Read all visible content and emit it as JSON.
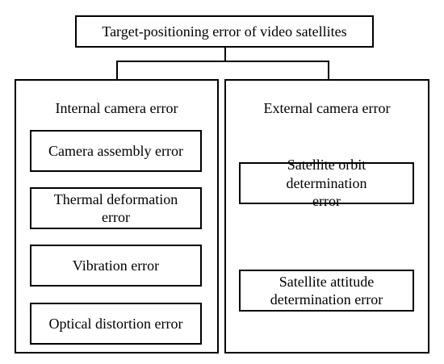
{
  "diagram": {
    "root": {
      "label": "Target-positioning error of video satellites"
    },
    "internal": {
      "title": "Internal camera error",
      "items": [
        {
          "label": "Camera assembly error"
        },
        {
          "label": "Thermal deformation error"
        },
        {
          "label": "Vibration error"
        },
        {
          "label": "Optical distortion error"
        }
      ]
    },
    "external": {
      "title": "External camera error",
      "items": [
        {
          "label": "Satellite orbit determination error"
        },
        {
          "label": "Satellite attitude determination error"
        }
      ]
    },
    "colors": {
      "stroke": "#000000",
      "background": "#ffffff"
    }
  }
}
